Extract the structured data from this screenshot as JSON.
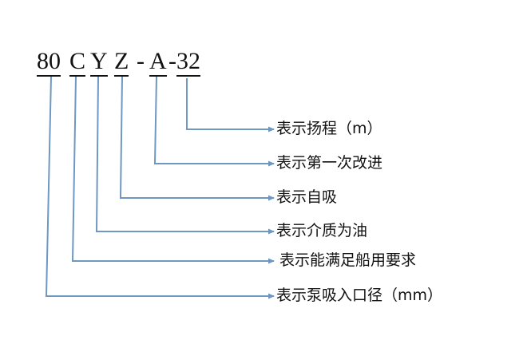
{
  "model_code": {
    "segments": [
      {
        "text": "80",
        "underlined": true
      },
      {
        "text": "C",
        "underlined": true
      },
      {
        "text": "Y",
        "underlined": true
      },
      {
        "text": "Z",
        "underlined": true
      },
      {
        "text": "-",
        "underlined": false
      },
      {
        "text": "A",
        "underlined": true
      },
      {
        "text": "-",
        "underlined": false
      },
      {
        "text": "32",
        "underlined": true
      }
    ]
  },
  "annotations": [
    {
      "segment": "32",
      "text": "表示扬程（m）"
    },
    {
      "segment": "A",
      "text": "表示第一次改进"
    },
    {
      "segment": "Z",
      "text": "表示自吸"
    },
    {
      "segment": "Y",
      "text": "表示介质为油"
    },
    {
      "segment": "C",
      "text": "表示能满足船用要求"
    },
    {
      "segment": "80",
      "text": "表示泵吸入口径（mm）"
    }
  ],
  "colors": {
    "line": "#6f97c2",
    "text": "#111111"
  }
}
